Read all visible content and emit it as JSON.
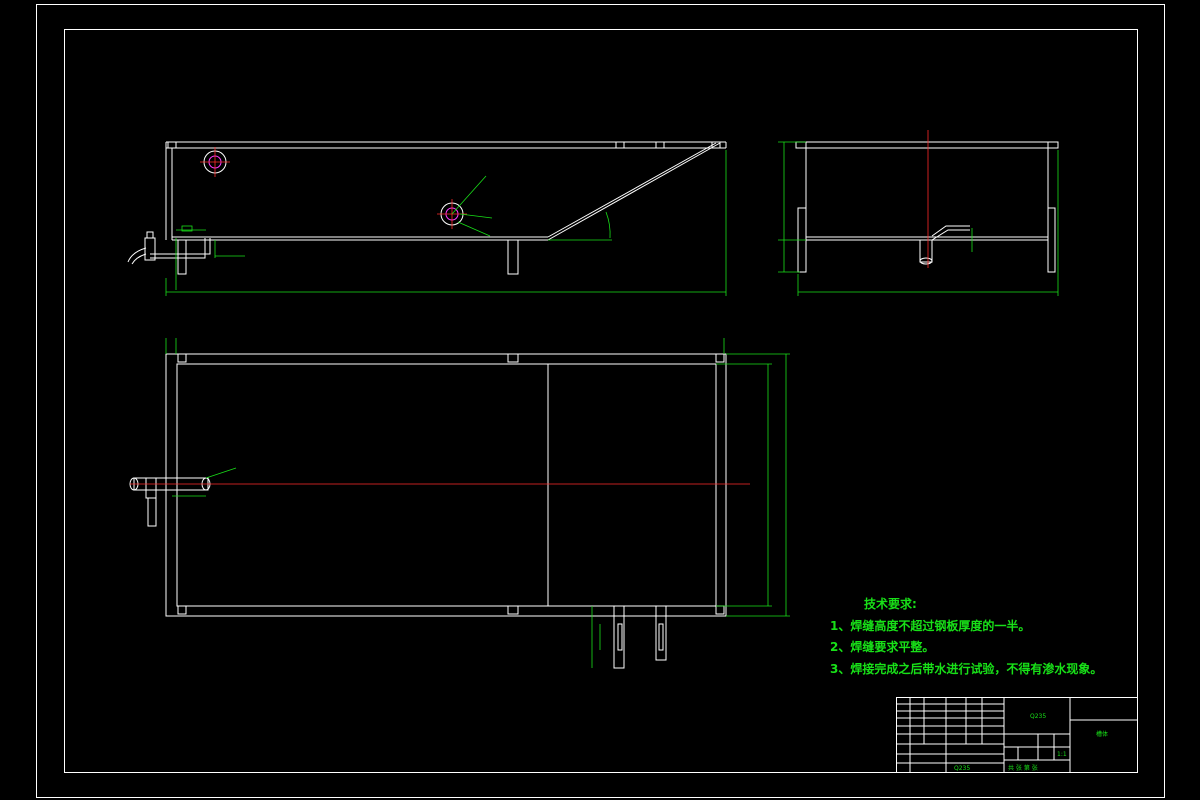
{
  "technical_requirements": {
    "title": "技术要求:",
    "items": [
      "1、焊缝高度不超过钢板厚度的一半。",
      "2、焊缝要求平整。",
      "3、焊接完成之后带水进行试验，不得有渗水现象。"
    ]
  },
  "title_block": {
    "drawing_code": "Q235",
    "part_name": "槽体",
    "scale": "1:1",
    "material": "Q235",
    "sheet_info": "共  张    第  张"
  },
  "colors": {
    "background": "#000000",
    "outline": "#ffffff",
    "dimension": "#18e018",
    "centerline": "#ff2a2a",
    "highlight": "#ff3cff"
  }
}
